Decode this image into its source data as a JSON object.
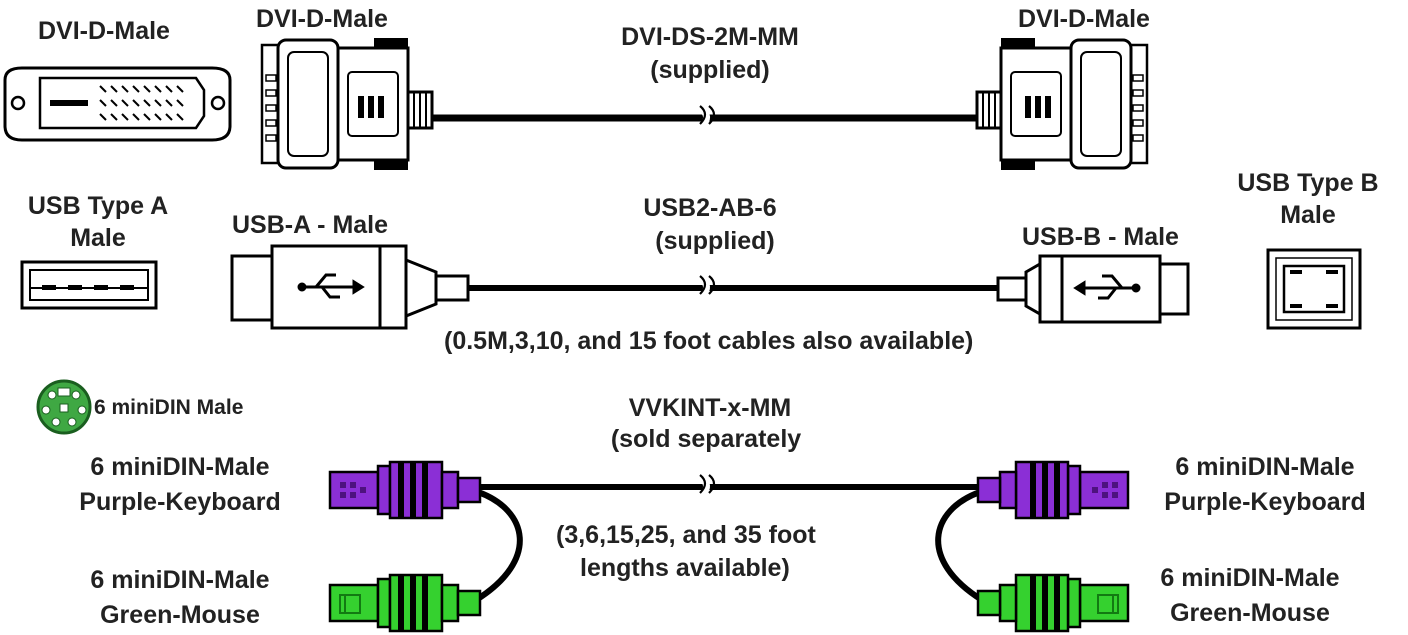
{
  "colors": {
    "line": "#000000",
    "fill": "#ffffff",
    "purple": "#8b2fd6",
    "purple_dark": "#4e127f",
    "green": "#35d12f",
    "green_dark": "#127a12",
    "din_green": "#3fa843"
  },
  "dvi": {
    "end_view_label": "DVI-D-Male",
    "left_plug_label": "DVI-D-Male",
    "right_plug_label": "DVI-D-Male",
    "cable_name": "DVI-DS-2M-MM",
    "cable_note": "(supplied)"
  },
  "usb": {
    "end_a_line1": "USB Type A",
    "end_a_line2": "Male",
    "end_b_line1": "USB Type B",
    "end_b_line2": "Male",
    "left_plug_label": "USB-A - Male",
    "right_plug_label": "USB-B - Male",
    "cable_name": "USB2-AB-6",
    "cable_note": "(supplied)",
    "lengths_note": "(0.5M,3,10, and 15 foot cables also available)"
  },
  "ps2": {
    "end_view_label": "6 miniDIN Male",
    "cable_name": "VVKINT-x-MM",
    "cable_note": "(sold separately",
    "lengths_line1": "(3,6,15,25, and 35 foot",
    "lengths_line2": "lengths available)",
    "left_keyboard_line1": "6 miniDIN-Male",
    "left_keyboard_line2": "Purple-Keyboard",
    "left_mouse_line1": "6 miniDIN-Male",
    "left_mouse_line2": "Green-Mouse",
    "right_keyboard_line1": "6 miniDIN-Male",
    "right_keyboard_line2": "Purple-Keyboard",
    "right_mouse_line1": "6 miniDIN-Male",
    "right_mouse_line2": "Green-Mouse"
  }
}
